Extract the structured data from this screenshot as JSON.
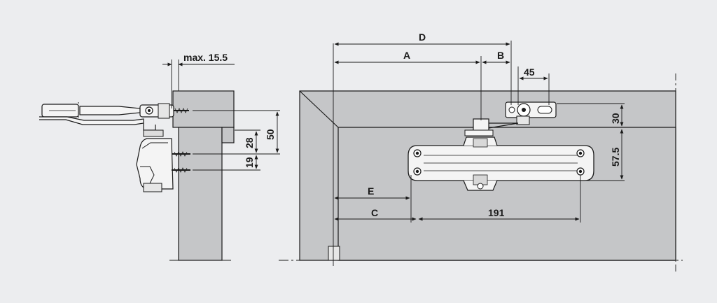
{
  "labels": {
    "max": "max. 15.5",
    "d50": "50",
    "d28": "28",
    "d19": "19",
    "D": "D",
    "A": "A",
    "B": "B",
    "d45": "45",
    "d30": "30",
    "d57": "57.5",
    "E": "E",
    "C": "C",
    "d191": "191"
  }
}
